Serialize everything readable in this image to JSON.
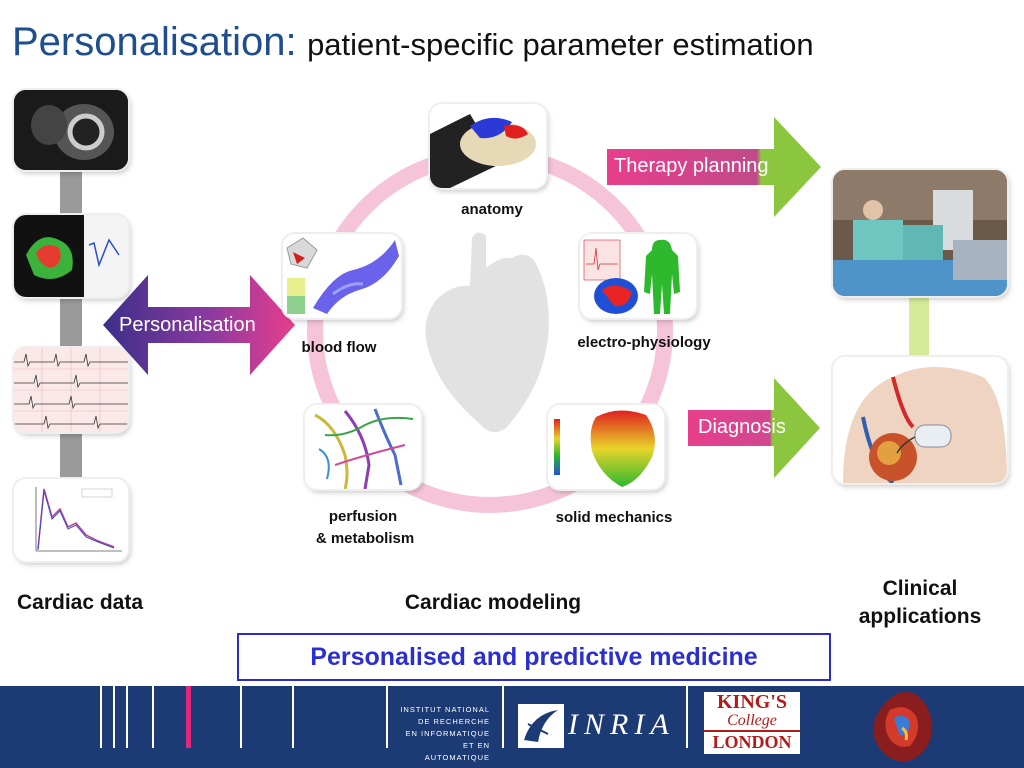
{
  "title": {
    "main": "Personalisation:",
    "sub": "patient-specific parameter estimation"
  },
  "arrows": {
    "personalisation": "Personalisation",
    "therapy": "Therapy planning",
    "diagnosis": "Diagnosis"
  },
  "modeling": {
    "anatomy": "anatomy",
    "blood_flow": "blood flow",
    "electro": "electro-physiology",
    "perfusion_line1": "perfusion",
    "perfusion_line2": "& metabolism",
    "solid": "solid mechanics"
  },
  "sections": {
    "cardiac_data": "Cardiac data",
    "cardiac_modeling": "Cardiac modeling",
    "clinical_line1": "Clinical",
    "clinical_line2": "applications"
  },
  "banner": "Personalised and predictive medicine",
  "footer": {
    "inst_lines": [
      "INSTITUT NATIONAL",
      "DE RECHERCHE",
      "EN INFORMATIQUE",
      "ET EN AUTOMATIQUE"
    ],
    "inria": "INRIA",
    "kings_line1": "KING'S",
    "kings_line2": "College",
    "kings_line3": "LONDON"
  },
  "colors": {
    "title_blue": "#1f4e8c",
    "banner_blue": "#2c2fd0",
    "footer_navy": "#1c3a73",
    "arrow_green": "#8cc63f",
    "arrow_pink": "#e83e8c",
    "ring_pink": "#f6c4d8"
  }
}
